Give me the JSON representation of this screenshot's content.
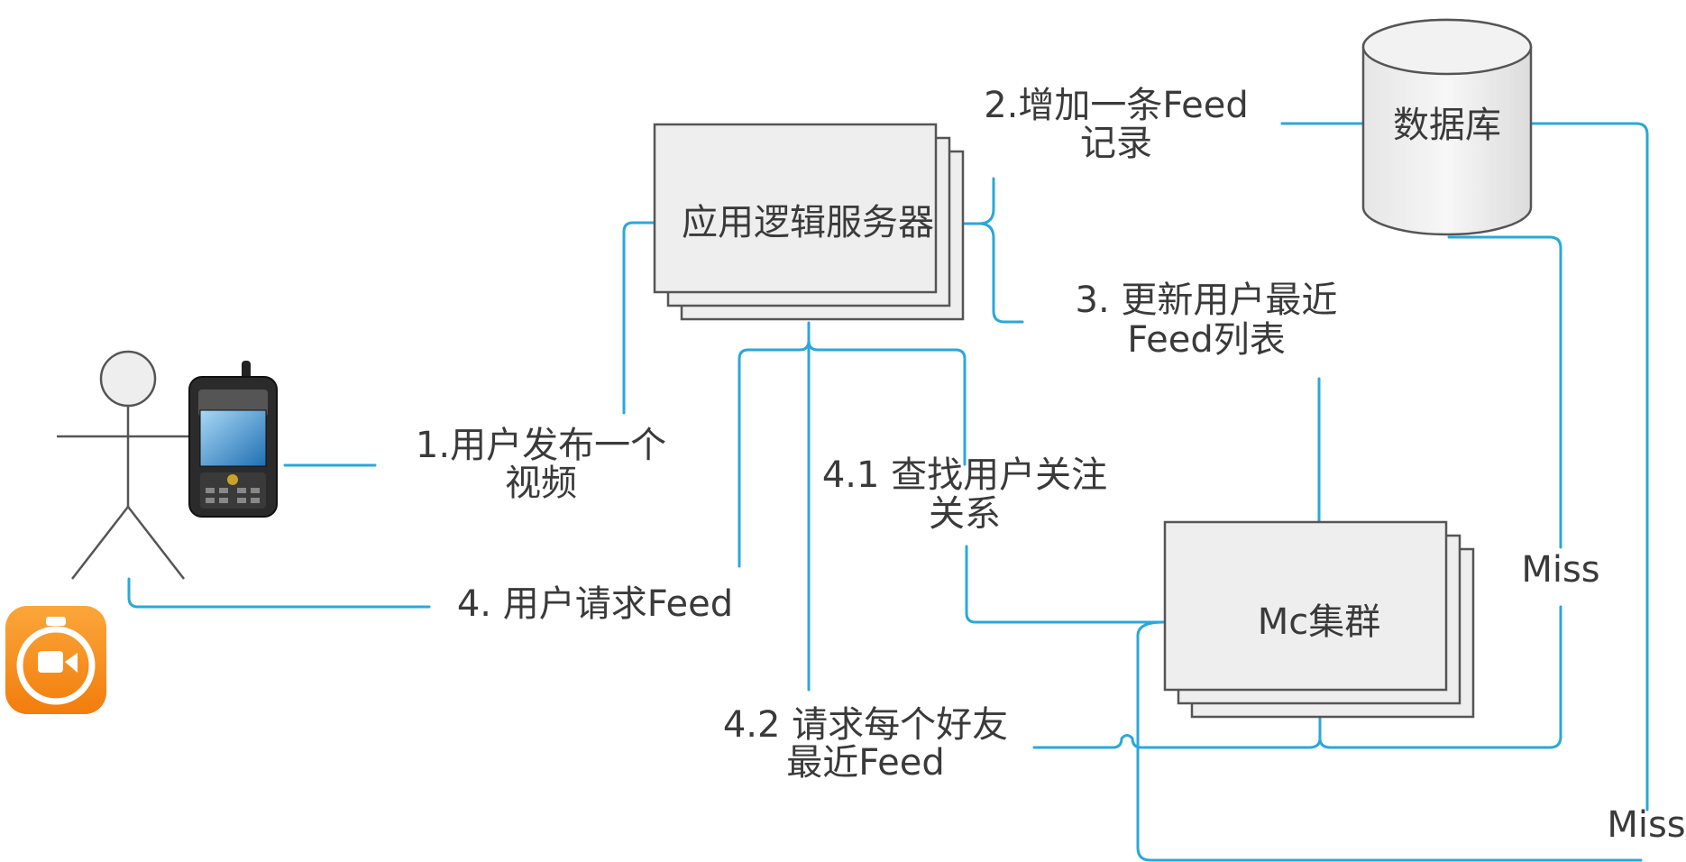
{
  "nodes": {
    "database": "数据库",
    "app_server": "应用逻辑服务器",
    "mc_cluster": "Mc集群"
  },
  "labels": {
    "step1": [
      "1.用户发布一个",
      "视频"
    ],
    "step2": [
      "2.增加一条Feed",
      "记录"
    ],
    "step3": [
      "3. 更新用户最近",
      "Feed列表"
    ],
    "step4": "4. 用户请求Feed",
    "step4_1": [
      "4.1 查找用户关注",
      "关系"
    ],
    "step4_2": [
      "4.2 请求每个好友",
      "最近Feed"
    ],
    "miss_right": "Miss",
    "miss_bottom": "Miss"
  },
  "colors": {
    "connector": "#2aa8d8",
    "app_icon": "#f7931e"
  },
  "icons": [
    "user-stick-figure-icon",
    "mobile-phone-icon",
    "video-camera-app-icon"
  ]
}
